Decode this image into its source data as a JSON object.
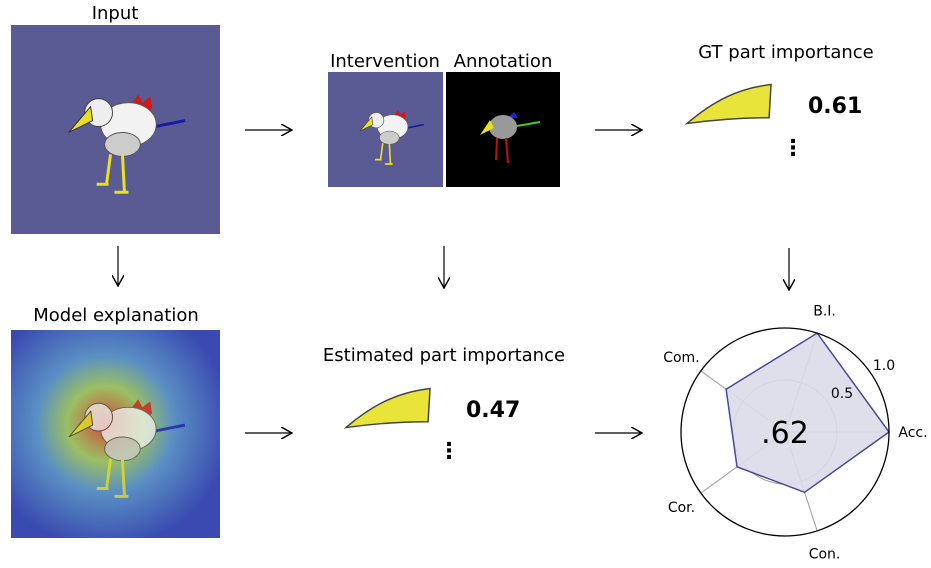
{
  "labels": {
    "input": "Input",
    "intervention": "Intervention",
    "annotation": "Annotation",
    "gt_part_importance": "GT part importance",
    "model_explanation": "Model explanation",
    "estimated_part_importance": "Estimated part importance"
  },
  "values": {
    "gt": "0.61",
    "estimated": "0.47",
    "ellipsis": "⋮"
  },
  "colors": {
    "background": "#5a5a94",
    "radar_line": "#4a4a96",
    "radar_fill": "#dcdcea",
    "wing": "#e8e43a"
  },
  "chart_data": {
    "type": "radar",
    "axes": [
      "Acc.",
      "B.I.",
      "Com.",
      "Cor.",
      "Con."
    ],
    "values": [
      1.0,
      1.0,
      0.7,
      0.57,
      0.61
    ],
    "rlim": [
      0,
      1.0
    ],
    "rticks": [
      "0.5",
      "1.0"
    ],
    "center_label": ".62"
  }
}
